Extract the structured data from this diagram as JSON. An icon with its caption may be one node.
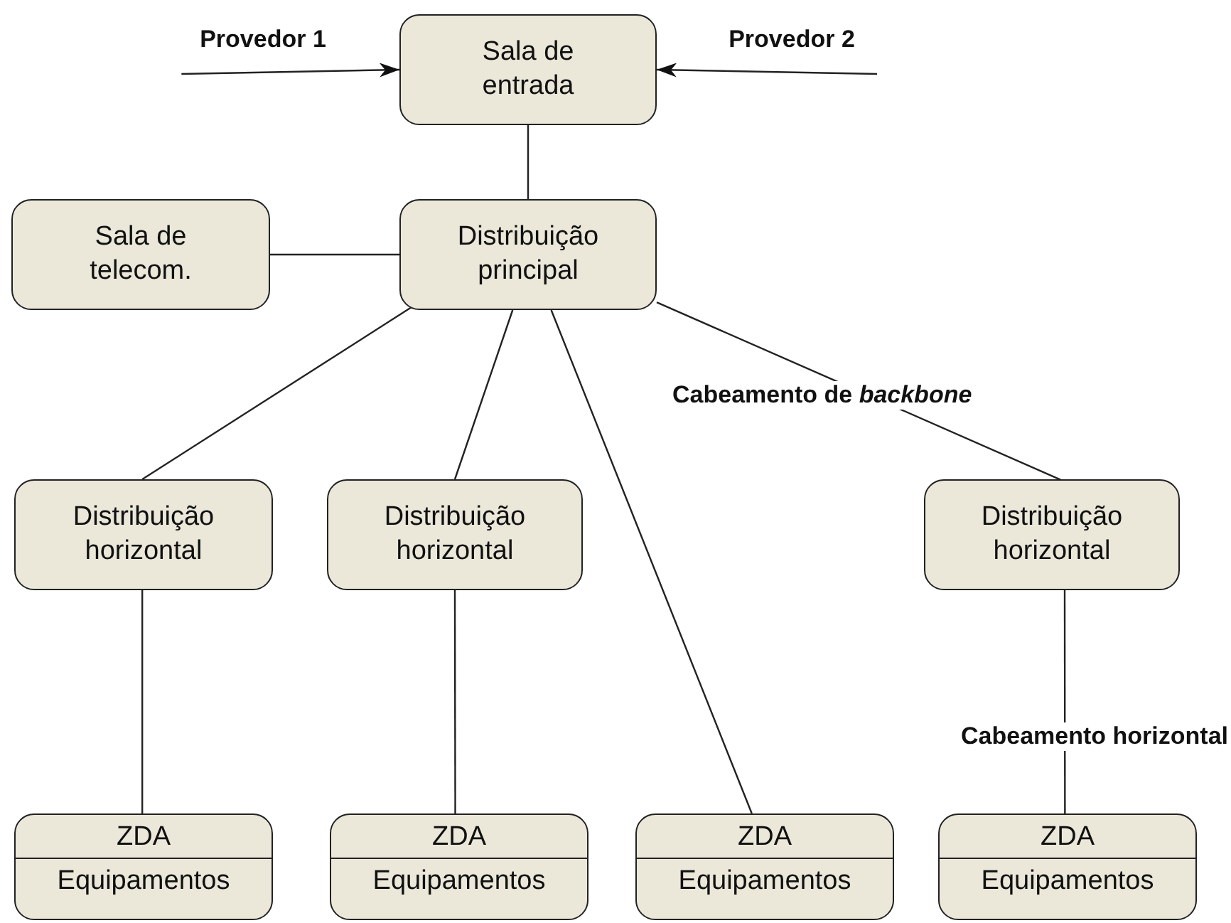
{
  "diagram": {
    "nodes": [
      {
        "text": [
          "Provedor 1"
        ]
      },
      {
        "text": [
          "Sala de entrada"
        ]
      },
      {
        "text": [
          "Provedor 2"
        ]
      },
      {
        "text": [
          "Sala de telecom."
        ]
      },
      {
        "text": [
          "Distribuição principal"
        ]
      },
      {
        "text": [
          "Distribuição horizontal"
        ]
      },
      {
        "text": [
          "Distribuição horizontal"
        ]
      },
      {
        "text": [
          "Distribuição horizontal"
        ]
      },
      {
        "text": [
          "ZDA",
          "Equipamentos"
        ]
      },
      {
        "text": [
          "ZDA",
          "Equipamentos"
        ]
      },
      {
        "text": [
          "ZDA",
          "Equipamentos"
        ]
      },
      {
        "text": [
          "ZDA",
          "Equipamentos"
        ]
      }
    ],
    "edges": [
      {
        "from": 0,
        "to": 1,
        "arrow": "to"
      },
      {
        "from": 2,
        "to": 1,
        "arrow": "to"
      },
      {
        "from": 1,
        "to": 4,
        "arrow": "none"
      },
      {
        "from": 3,
        "to": 4,
        "arrow": "none"
      },
      {
        "from": 4,
        "to": 5,
        "arrow": "none"
      },
      {
        "from": 4,
        "to": 6,
        "arrow": "none"
      },
      {
        "from": 4,
        "to": 10,
        "arrow": "none"
      },
      {
        "from": 4,
        "to": 7,
        "arrow": "none",
        "label": "Cabeamento de *backbone*"
      },
      {
        "from": 5,
        "to": 8,
        "arrow": "none"
      },
      {
        "from": 6,
        "to": 9,
        "arrow": "none"
      },
      {
        "from": 7,
        "to": 11,
        "arrow": "none",
        "label": "Cabeamento horizontal"
      }
    ]
  }
}
